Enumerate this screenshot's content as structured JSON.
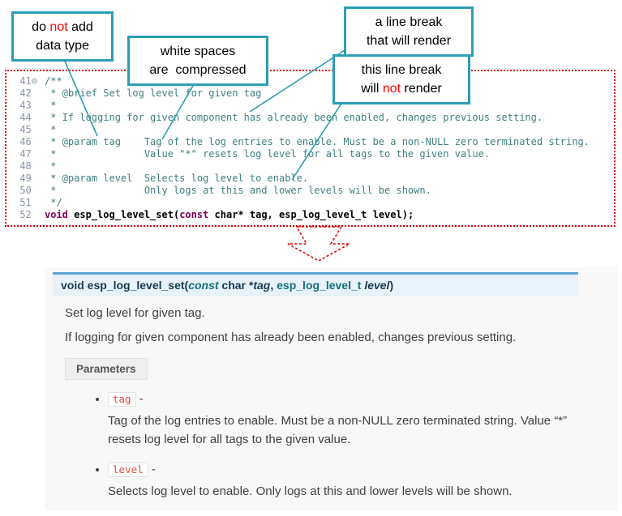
{
  "colors": {
    "callout_border": "#2D9DB4",
    "emphasis_red": "#FF0000",
    "code_outline_red": "#E00000",
    "comment_teal": "#3F7F7F",
    "keyword_purple": "#7F0055",
    "gutter_gray": "#8A94A6",
    "sig_bar_bg": "#E7F2FA",
    "sig_bar_border": "#5CA5D0",
    "param_chip_red": "#E74C3C",
    "doc_panel_bg": "#F8F8F9"
  },
  "callouts": {
    "no_datatype": {
      "pre": "do ",
      "em": "not",
      "post": " add",
      "line2": "data type"
    },
    "whitespace": {
      "line1": "white spaces",
      "line2": "are  compressed"
    },
    "break_render": {
      "line1": "a line break",
      "line2": "that will render"
    },
    "break_norender": {
      "line1": "this line break",
      "pre": "will ",
      "em": "not",
      "post": " render"
    }
  },
  "code": {
    "lines": [
      {
        "num": "41",
        "fold": "⊖",
        "segs": [
          {
            "t": "/**",
            "c": "comment"
          }
        ]
      },
      {
        "num": "42",
        "segs": [
          {
            "t": " * @brief Set log level for given tag",
            "c": "comment"
          }
        ]
      },
      {
        "num": "43",
        "segs": [
          {
            "t": " *",
            "c": "comment"
          }
        ]
      },
      {
        "num": "44",
        "segs": [
          {
            "t": " * If logging for given component has already been enabled, changes previous setting.",
            "c": "comment"
          }
        ]
      },
      {
        "num": "45",
        "segs": [
          {
            "t": " *",
            "c": "comment"
          }
        ]
      },
      {
        "num": "46",
        "segs": [
          {
            "t": " * @param tag    Tag of the log entries to enable. Must be a non-NULL zero terminated string.",
            "c": "comment"
          }
        ]
      },
      {
        "num": "47",
        "segs": [
          {
            "t": " *               Value \"*\" resets log level for all tags to the given value.",
            "c": "comment"
          }
        ]
      },
      {
        "num": "48",
        "segs": [
          {
            "t": " *",
            "c": "comment"
          }
        ]
      },
      {
        "num": "49",
        "segs": [
          {
            "t": " * @param level  Selects log level to enable.",
            "c": "comment"
          }
        ]
      },
      {
        "num": "50",
        "segs": [
          {
            "t": " *               Only logs at this and lower levels will be shown.",
            "c": "comment"
          }
        ]
      },
      {
        "num": "51",
        "segs": [
          {
            "t": " */",
            "c": "comment"
          }
        ]
      },
      {
        "num": "52",
        "segs": [
          {
            "t": "void",
            "c": "kw"
          },
          {
            "t": " esp_log_level_set(",
            "c": "plain"
          },
          {
            "t": "const",
            "c": "kw"
          },
          {
            "t": " char* tag, esp_log_level_t level);",
            "c": "plain"
          }
        ]
      }
    ]
  },
  "doc": {
    "signature": [
      {
        "t": "void",
        "c": "kw"
      },
      {
        "t": " ",
        "c": "p"
      },
      {
        "t": "esp_log_level_set",
        "c": "name"
      },
      {
        "t": "(",
        "c": "p"
      },
      {
        "t": "const",
        "c": "kwi"
      },
      {
        "t": " char *",
        "c": "p"
      },
      {
        "t": "tag",
        "c": "arg"
      },
      {
        "t": ", ",
        "c": "p"
      },
      {
        "t": "esp_log_level_t",
        "c": "type"
      },
      {
        "t": " ",
        "c": "p"
      },
      {
        "t": "level",
        "c": "arg"
      },
      {
        "t": ")",
        "c": "p"
      }
    ],
    "para1": "Set log level for given tag.",
    "para2": "If logging for given component has already been enabled, changes previous setting.",
    "params_label": "Parameters",
    "params": [
      {
        "name": "tag",
        "dash": "-",
        "desc": "Tag of the log entries to enable. Must be a non-NULL zero terminated string. Value “*” resets log level for all tags to the given value."
      },
      {
        "name": "level",
        "dash": "-",
        "desc": "Selects log level to enable. Only logs at this and lower levels will be shown."
      }
    ]
  }
}
